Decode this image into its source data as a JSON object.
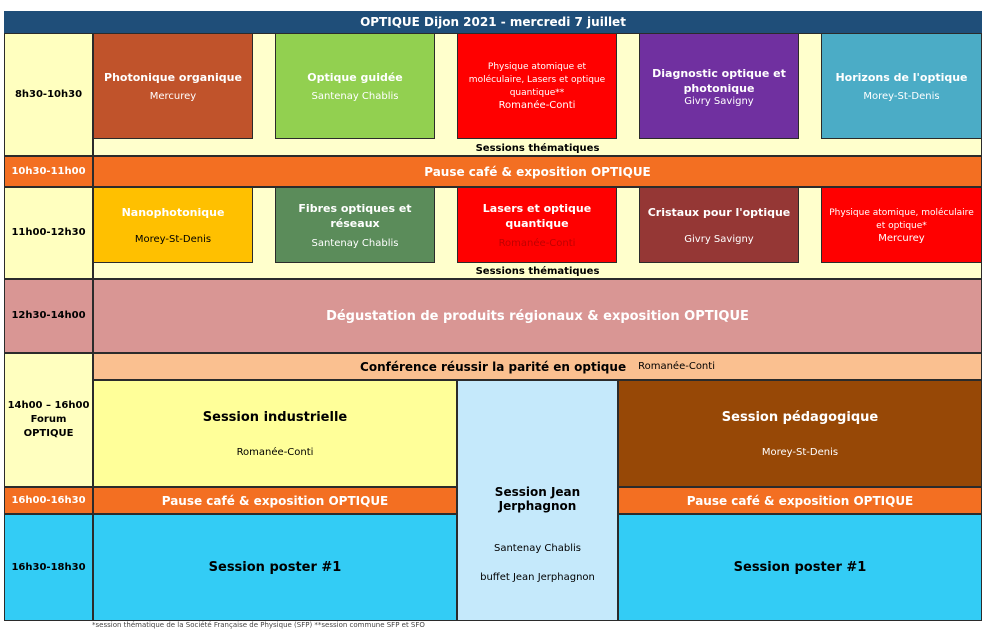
{
  "title": "OPTIQUE Dijon 2021 - mercredi 7 juillet",
  "colors": {
    "title_bg": "#1f4e79",
    "time_bg": "#ffffbf",
    "pause": "#f36f22",
    "degustation": "#d99694",
    "conference": "#fac090",
    "industrielle": "#ffff99",
    "pedagogique": "#974806",
    "jerphagnon": "#c5e9fb",
    "poster": "#33ccf5"
  },
  "times": {
    "t1": "8h30-10h30",
    "t2": "10h30-11h00",
    "t3": "11h00-12h30",
    "t4": "12h30-14h00",
    "t5_line1": "14h00 – 16h00",
    "t5_line2": "Forum OPTIQUE",
    "t6": "16h00-16h30",
    "t7": "16h30-18h30"
  },
  "morning_sessions": [
    {
      "name": "Photonique organique",
      "room": "Mercurey",
      "color": "#c0532b"
    },
    {
      "name": "Optique guidée",
      "room": "Santenay Chablis",
      "color": "#92d050"
    },
    {
      "name": "Physique atomique et moléculaire, Lasers et optique quantique**",
      "room": "Romanée-Conti",
      "color": "#ff0000"
    },
    {
      "name": "Diagnostic optique et photonique",
      "room": "Givry Savigny",
      "color": "#7030a0"
    },
    {
      "name": "Horizons de l'optique",
      "room": "Morey-St-Denis",
      "color": "#4bacc6"
    }
  ],
  "sessions_label": "Sessions thématiques",
  "pause_1": "Pause café & exposition OPTIQUE",
  "late_morning_sessions": [
    {
      "name": "Nanophotonique",
      "room": "Morey-St-Denis",
      "color": "#ffc000"
    },
    {
      "name": "Fibres optiques et réseaux",
      "room": "Santenay Chablis",
      "color": "#5b8c5a"
    },
    {
      "name": "Lasers et optique quantique",
      "room": "Romanée-Conti",
      "color": "#ff0000"
    },
    {
      "name": "Cristaux pour l'optique",
      "room": "Givry Savigny",
      "color": "#953735"
    },
    {
      "name": "Physique atomique, moléculaire et optique*",
      "room": "Mercurey",
      "color": "#ff0000"
    }
  ],
  "degustation": "Dégustation de produits régionaux & exposition OPTIQUE",
  "conference": {
    "title": "Conférence réussir la parité en optique",
    "room": "Romanée-Conti"
  },
  "industrielle": {
    "name": "Session industrielle",
    "room": "Romanée-Conti"
  },
  "pedagogique": {
    "name": "Session pédagogique",
    "room": "Morey-St-Denis"
  },
  "jerphagnon": {
    "name": "Session Jean Jerphagnon",
    "room": "Santenay Chablis",
    "buffet": "buffet Jean Jerphagnon"
  },
  "pause_left": "Pause café & exposition OPTIQUE",
  "pause_right": "Pause café & exposition OPTIQUE",
  "poster_left": "Session poster #1",
  "poster_right": "Session poster #1",
  "footnote": "*session thématique de la Société Française de Physique (SFP)        **session commune SFP et SFO"
}
